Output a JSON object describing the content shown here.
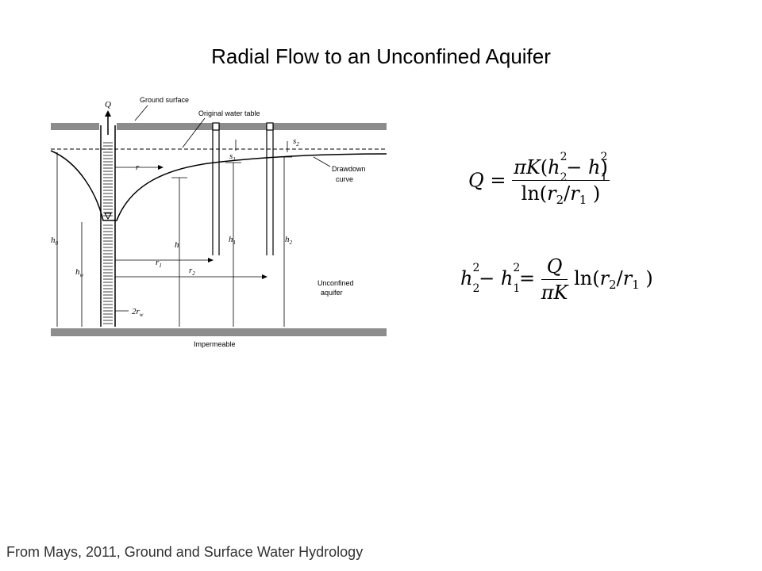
{
  "slide": {
    "title": "Radial Flow to an Unconfined Aquifer",
    "credit": "From Mays, 2011, Ground and Surface Water Hydrology"
  },
  "diagram": {
    "labels": {
      "ground_surface": "Ground surface",
      "original_water_table": "Original water table",
      "drawdown_curve": [
        "Drawdown",
        "curve"
      ],
      "unconfined_aquifer": [
        "Unconfined",
        "aquifer"
      ],
      "impermeable": "Impermeable"
    },
    "symbols": {
      "Q": "Q",
      "r": "r",
      "h": "h",
      "h0": "h",
      "h0_sub": "0",
      "hw": "h",
      "hw_sub": "w",
      "h1": "h",
      "h1_sub": "1",
      "h2": "h",
      "h2_sub": "2",
      "r1": "r",
      "r1_sub": "1",
      "r2": "r",
      "r2_sub": "2",
      "s1": "s",
      "s1_sub": "1",
      "s2": "s",
      "s2_sub": "2",
      "two_rw": "2r",
      "two_rw_sub": "w"
    }
  },
  "equations": {
    "eq1": {
      "lhs": "Q",
      "equals": "=",
      "num_pi_k": "πK",
      "num_open": "(",
      "h": "h",
      "sup2": "2",
      "sub2": "2",
      "minus": "−",
      "sub1": "1",
      "num_close": ")",
      "den_ln": "ln(",
      "r": "r",
      "slash": "/",
      "den_close": " )"
    },
    "eq2": {
      "h": "h",
      "sup2": "2",
      "sub2": "2",
      "minus": "−",
      "sub1": "1",
      "equals": "=",
      "frac_num": "Q",
      "frac_den": "πK",
      "ln": "ln(",
      "r": "r",
      "slash": "/",
      "close": " )"
    }
  }
}
